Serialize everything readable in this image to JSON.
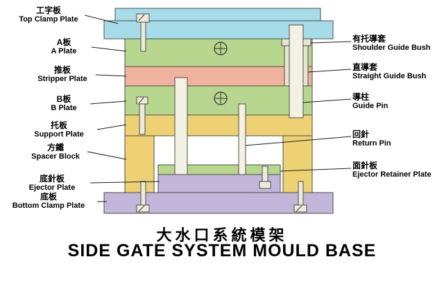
{
  "title": {
    "zh": "大水口系統模架",
    "en": "SIDE GATE SYSTEM MOULD BASE"
  },
  "labels": {
    "left": [
      {
        "zh": "工字板",
        "en": "Top Clamp Plate"
      },
      {
        "zh": "A板",
        "en": "A Plate"
      },
      {
        "zh": "推板",
        "en": "Stripper Plate"
      },
      {
        "zh": "B板",
        "en": "B Plate"
      },
      {
        "zh": "托板",
        "en": "Support Plate"
      },
      {
        "zh": "方鐵",
        "en": "Spacer Block"
      },
      {
        "zh": "底針板",
        "en": "Ejector Plate"
      },
      {
        "zh": "底板",
        "en": "Bottom Clamp Plate"
      }
    ],
    "right": [
      {
        "zh": "有托導套",
        "en": "Shoulder Guide Bush"
      },
      {
        "zh": "直導套",
        "en": "Straight Guide Bush"
      },
      {
        "zh": "導柱",
        "en": "Guide Pin"
      },
      {
        "zh": "回針",
        "en": "Return Pin"
      },
      {
        "zh": "面針板",
        "en": "Ejector Retainer Plate"
      }
    ]
  },
  "colors": {
    "top_clamp_plate": "#a6dbe9",
    "a_plate": "#b6d78d",
    "stripper_plate": "#efb29c",
    "b_plate": "#b6d78d",
    "support_plate": "#eed172",
    "spacer_block": "#eed172",
    "ejector_retainer_plate": "#b6d78d",
    "ejector_plate": "#c2b6db",
    "bottom_clamp_plate": "#c2b6db",
    "pin": "#f3f1e3",
    "bush": "#e7e4d3",
    "screw": "#eceadb"
  }
}
